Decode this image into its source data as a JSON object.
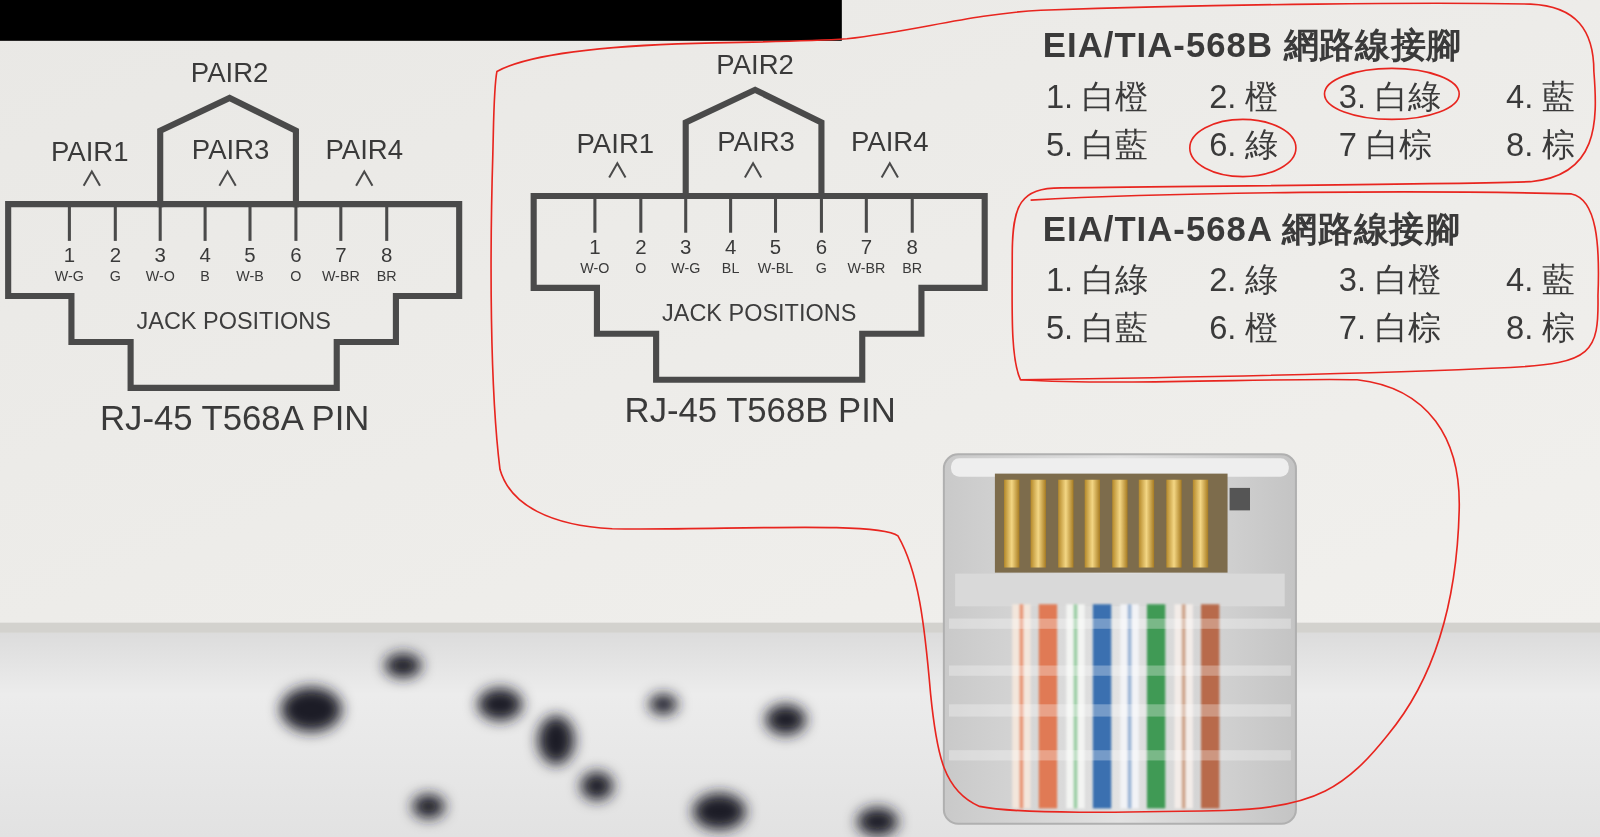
{
  "diagram": {
    "nodes": [
      {
        "text": [
          "JACK POSITIONS"
        ]
      },
      {
        "text": [
          "JACK POSITIONS"
        ]
      }
    ],
    "labels": [
      "PAIR2",
      "PAIR1",
      "PAIR3",
      "PAIR4",
      "1",
      "2",
      "3",
      "4",
      "5",
      "6",
      "7",
      "8",
      "W-G",
      "G",
      "W-O",
      "B",
      "W-B",
      "O",
      "W-BR",
      "BR",
      "RJ-45 T568A PIN",
      "PAIR2",
      "PAIR1",
      "PAIR3",
      "PAIR4",
      "1",
      "2",
      "3",
      "4",
      "5",
      "6",
      "7",
      "8",
      "W-O",
      "O",
      "W-G",
      "BL",
      "W-BL",
      "G",
      "W-BR",
      "BR",
      "RJ-45 T568B PIN",
      "EIA/TIA-568B 網路線接腳",
      "1. 白橙",
      "2. 橙",
      "3. 白綠",
      "4. 藍",
      "5. 白藍",
      "6. 綠",
      "7 白棕",
      "8. 棕",
      "EIA/TIA-568A 網路線接腳",
      "1. 白綠",
      "2. 綠",
      "3. 白橙",
      "4. 藍",
      "5. 白藍",
      "6. 橙",
      "7. 白棕",
      "8. 棕"
    ]
  }
}
